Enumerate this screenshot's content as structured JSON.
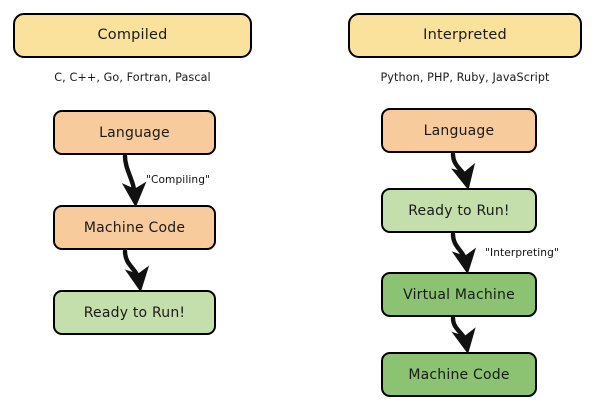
{
  "diagram": {
    "title_visible": false,
    "background": "#ffffff",
    "palette": {
      "header_yellow": "#fbe29c",
      "peach": "#f8cb9c",
      "light_green": "#c5dfac",
      "mid_green": "#8cc373",
      "stroke": "#000000",
      "text": "#1a1a1a"
    },
    "columns": [
      {
        "id": "compiled",
        "header": "Compiled",
        "subtitle": "C, C++, Go, Fortran, Pascal",
        "nodes": [
          {
            "id": "c-language",
            "label": "Language",
            "fill": "#f8cb9c"
          },
          {
            "id": "c-machine",
            "label": "Machine Code",
            "fill": "#f8cb9c"
          },
          {
            "id": "c-ready",
            "label": "Ready to Run!",
            "fill": "#c5dfac"
          }
        ],
        "edges": [
          {
            "from": "c-language",
            "to": "c-machine",
            "label": "\"Compiling\""
          },
          {
            "from": "c-machine",
            "to": "c-ready",
            "label": ""
          }
        ]
      },
      {
        "id": "interpreted",
        "header": "Interpreted",
        "subtitle": "Python, PHP, Ruby, JavaScript",
        "nodes": [
          {
            "id": "i-language",
            "label": "Language",
            "fill": "#f8cb9c"
          },
          {
            "id": "i-ready",
            "label": "Ready to Run!",
            "fill": "#c5dfac"
          },
          {
            "id": "i-vm",
            "label": "Virtual Machine",
            "fill": "#8cc373"
          },
          {
            "id": "i-machine",
            "label": "Machine Code",
            "fill": "#8cc373"
          }
        ],
        "edges": [
          {
            "from": "i-language",
            "to": "i-ready",
            "label": ""
          },
          {
            "from": "i-ready",
            "to": "i-vm",
            "label": "\"Interpreting\""
          },
          {
            "from": "i-vm",
            "to": "i-machine",
            "label": ""
          }
        ]
      }
    ]
  }
}
